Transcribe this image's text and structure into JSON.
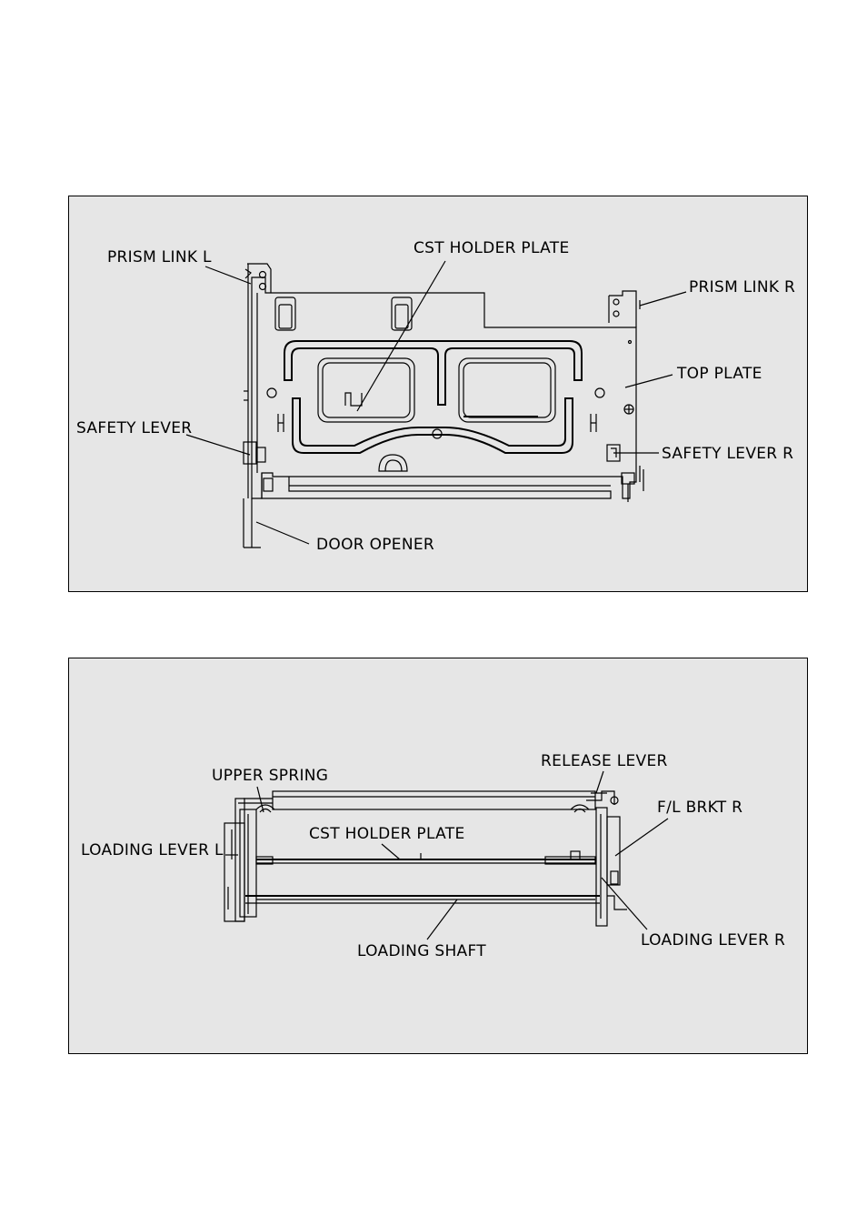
{
  "colors": {
    "panel_bg": "#e6e6e6",
    "line": "#000000",
    "page_bg": "#ffffff"
  },
  "top_panel": {
    "labels": {
      "prism_link_l": "PRISM  LINK  L",
      "cst_holder_plate": "CST HOLDER PLATE",
      "prism_link_r": "PRISM  LINK  R",
      "top_plate": "TOP  PLATE",
      "safety_lever": "SAFETY  LEVER",
      "safety_lever_r": "SAFETY  LEVER  R",
      "door_opener": "DOOR  OPENER"
    }
  },
  "bottom_panel": {
    "labels": {
      "upper_spring": "UPPER  SPRING",
      "release_lever": "RELEASE  LEVER",
      "f_l_brkt_r": "F/L  BRKT  R",
      "loading_lever_l": "LOADING  LEVER  L",
      "cst_holder_plate": "CST HOLDER PLATE",
      "loading_shaft": "LOADING  SHAFT",
      "loading_lever_r": "LOADING  LEVER  R"
    }
  }
}
